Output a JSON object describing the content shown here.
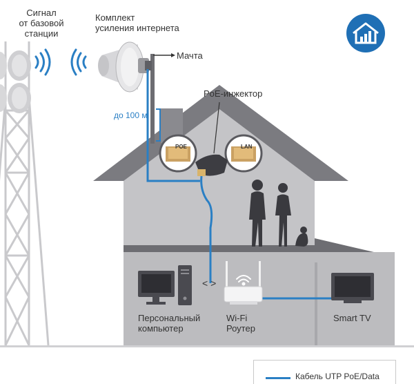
{
  "labels": {
    "signal": "Сигнал\nот базовой\nстанции",
    "kit": "Комплект\nусиления интернета",
    "mast": "Мачта",
    "distance": "до 100 м",
    "poe_injector": "PoE-инжектор",
    "port_poe": "POE",
    "port_lan": "LAN",
    "pc": "Персональный\nкомпьютер",
    "router": "Wi-Fi\nРоутер",
    "tv": "Smart TV",
    "link": "< >"
  },
  "legend": {
    "text": "Кабель UTP PoE/Data"
  },
  "colors": {
    "cable": "#2a7fc4",
    "house_dark": "#6d6d72",
    "house_light": "#bcbcbf",
    "floor_bg": "#8a8a8f",
    "badge": "#1f6fb5"
  },
  "icons": {
    "badge": "house-chart-icon",
    "signal_waves": "wifi-waves-icon",
    "router_wifi": "wifi-icon"
  }
}
